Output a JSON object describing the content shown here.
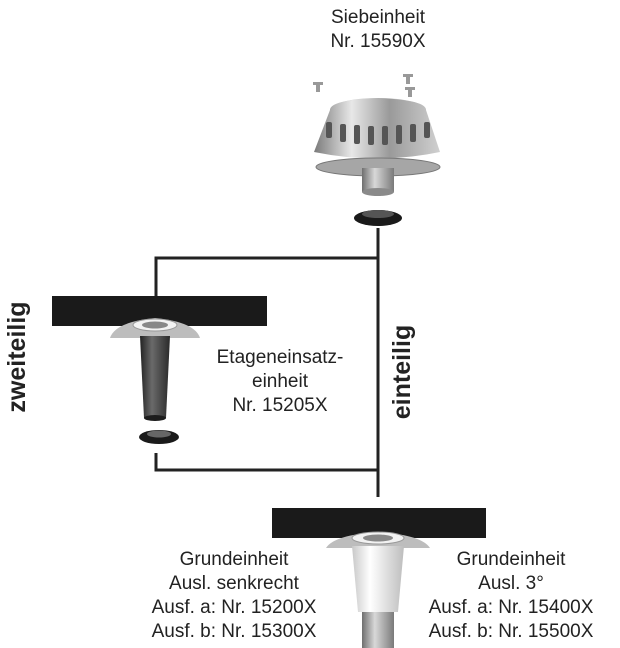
{
  "siebeinheit": {
    "line1": "Siebeinheit",
    "line2": "Nr. 15590X"
  },
  "etage": {
    "line1": "Etageneinsatz-",
    "line2": "einheit",
    "line3": "Nr. 15205X"
  },
  "grund_senkrecht": {
    "line1": "Grundeinheit",
    "line2": "Ausl. senkrecht",
    "line3": "Ausf. a: Nr. 15200X",
    "line4": "Ausf. b: Nr. 15300X"
  },
  "grund_3": {
    "line1": "Grundeinheit",
    "line2": "Ausl. 3°",
    "line3": "Ausf. a: Nr. 15400X",
    "line4": "Ausf. b: Nr. 15500X"
  },
  "side_labels": {
    "zweiteilig": "zweiteilig",
    "einteilig": "einteilig"
  },
  "colors": {
    "line": "#222222",
    "slab": "#1a1a1a",
    "metal": "#b8b8b8",
    "pipe_dark": "#3c3c3c",
    "pipe_light": "#e6e6e6"
  }
}
